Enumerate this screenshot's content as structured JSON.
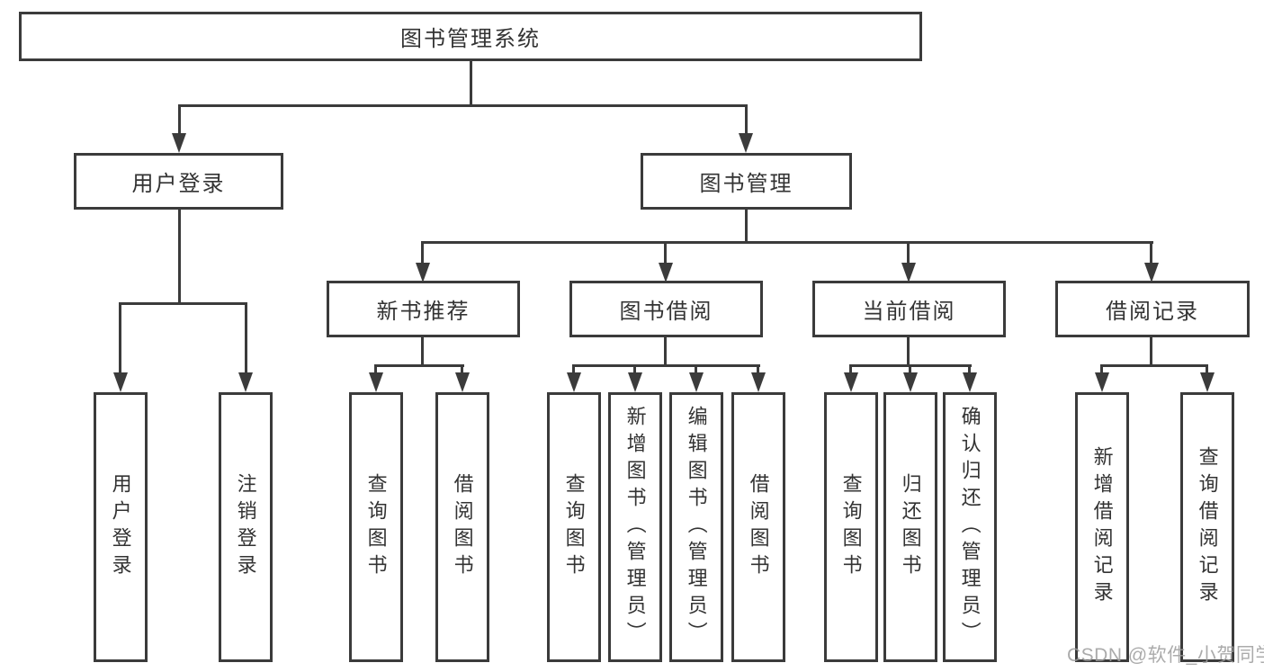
{
  "nodes": {
    "root": "图书管理系统",
    "user_login": "用户登录",
    "book_manage": "图书管理",
    "new_book_rec": "新书推荐",
    "book_borrow": "图书借阅",
    "current_borrow": "当前借阅",
    "borrow_record": "借阅记录",
    "leaf_user_login": "用户登录",
    "leaf_logout": "注销登录",
    "leaf_rec_query": "查询图书",
    "leaf_rec_borrow": "借阅图书",
    "leaf_bor_query": "查询图书",
    "leaf_bor_add": "新增图书（管理员）",
    "leaf_bor_edit": "编辑图书（管理员）",
    "leaf_bor_borrow": "借阅图书",
    "leaf_cur_query": "查询图书",
    "leaf_cur_return": "归还图书",
    "leaf_cur_confirm": "确认归还（管理员）",
    "leaf_his_add": "新增借阅记录",
    "leaf_his_query": "查询借阅记录"
  },
  "watermark": "CSDN @软件_小贺同学",
  "colors": {
    "line": "#3b3b3b",
    "text": "#333333",
    "watermark": "#9c9c9c",
    "background": "#ffffff"
  }
}
